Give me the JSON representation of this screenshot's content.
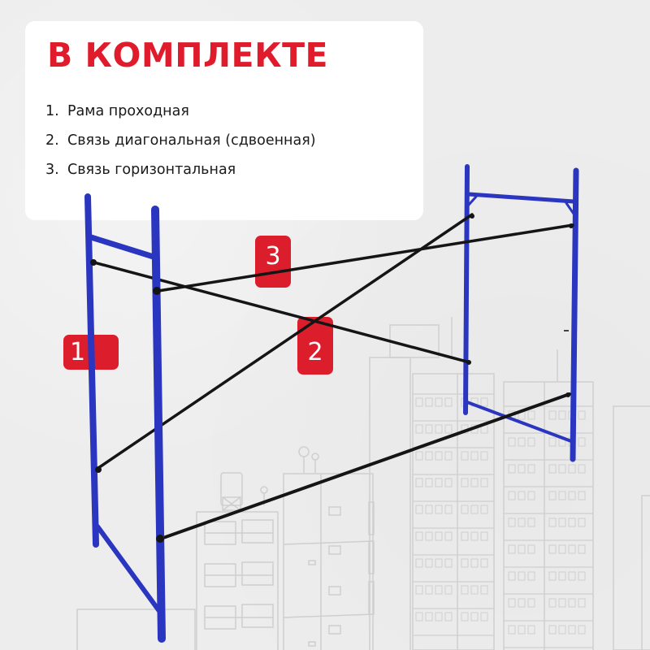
{
  "card": {
    "title": "В КОМПЛЕКТЕ",
    "items": [
      {
        "num": "1.",
        "label": "Рама проходная"
      },
      {
        "num": "2.",
        "label": "Связь диагональная (сдвоенная)"
      },
      {
        "num": "3.",
        "label": "Связь горизонтальная"
      }
    ]
  },
  "badges": [
    {
      "id": "1",
      "label": "1",
      "refers_to": "Рама проходная"
    },
    {
      "id": "2",
      "label": "2",
      "refers_to": "Связь диагональная (сдвоенная)"
    },
    {
      "id": "3",
      "label": "3",
      "refers_to": "Связь горизонтальная"
    }
  ],
  "colors": {
    "accent_red": "#dc1e2c",
    "title_red": "#e01b2b",
    "frame_blue": "#2a35c0",
    "brace_black": "#151515",
    "background": "#ededed",
    "building_line": "#cfcfcf",
    "card_bg": "#ffffff"
  },
  "icons": {
    "scaffold_frame": "scaffold-frame-icon",
    "diagonal_brace": "diagonal-brace-icon",
    "horizontal_brace": "horizontal-brace-icon",
    "buildings": "city-buildings-illustration"
  }
}
